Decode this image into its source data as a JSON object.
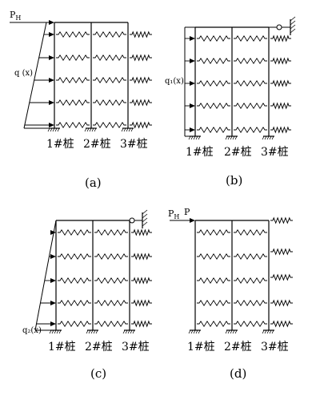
{
  "panels": {
    "a": {
      "caption": "(a)",
      "pile_labels": [
        "1#桩",
        "2#桩",
        "3#桩"
      ],
      "top_load_label": "P",
      "top_load_sub": "H",
      "dist_load_label": "q (x)"
    },
    "b": {
      "caption": "(b)",
      "pile_labels": [
        "1#桩",
        "2#桩",
        "3#桩"
      ],
      "dist_load_label": "q₁(x)"
    },
    "c": {
      "caption": "(c)",
      "pile_labels": [
        "1#桩",
        "2#桩",
        "3#桩"
      ],
      "dist_load_label": "q₂(x)"
    },
    "d": {
      "caption": "(d)",
      "pile_labels": [
        "1#桩",
        "2#桩",
        "3#桩"
      ],
      "top_load_label": "P",
      "top_load_sub": "H",
      "top_load2_label": "P"
    }
  }
}
